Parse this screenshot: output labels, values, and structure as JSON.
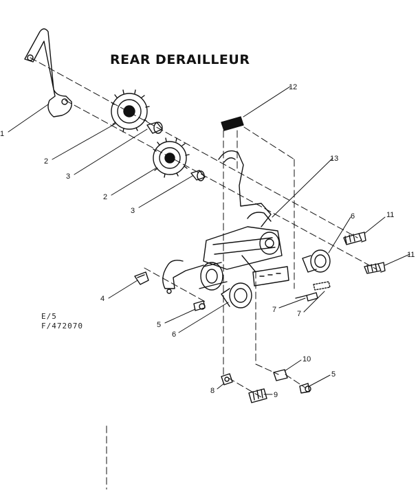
{
  "diagram": {
    "title": "REAR DERAILLEUR",
    "codes": [
      "E/5",
      "F/472070"
    ],
    "callouts": {
      "c1": "1",
      "c2a": "2",
      "c2b": "2",
      "c3a": "3",
      "c3b": "3",
      "c4": "4",
      "c5a": "5",
      "c5b": "5",
      "c6a": "6",
      "c6b": "6",
      "c7a": "7",
      "c7b": "7",
      "c8": "8",
      "c9": "9",
      "c10": "10",
      "c11a": "11",
      "c11b": "11",
      "c12": "12",
      "c13": "13"
    }
  }
}
